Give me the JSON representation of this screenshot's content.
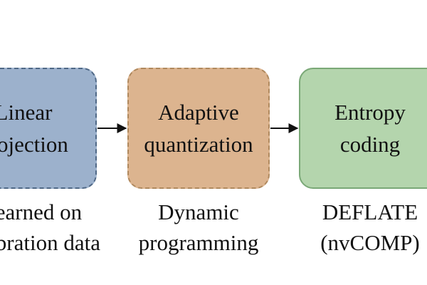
{
  "colors": {
    "projection_fill": "#9cb1cc",
    "projection_border": "#4f6886",
    "quantization_fill": "#dcb48f",
    "quantization_border": "#b0895e",
    "entropy_fill": "#b4d5ad",
    "entropy_border": "#7aa877",
    "arrow": "#111111"
  },
  "pipeline": {
    "stages": [
      {
        "label": "Linear\nprojection",
        "caption": "Learned on\ncalibration data"
      },
      {
        "label": "Adaptive\nquantization",
        "caption": "Dynamic\nprogramming"
      },
      {
        "label": "Entropy\ncoding",
        "caption": "DEFLATE\n(nvCOMP)"
      }
    ]
  }
}
